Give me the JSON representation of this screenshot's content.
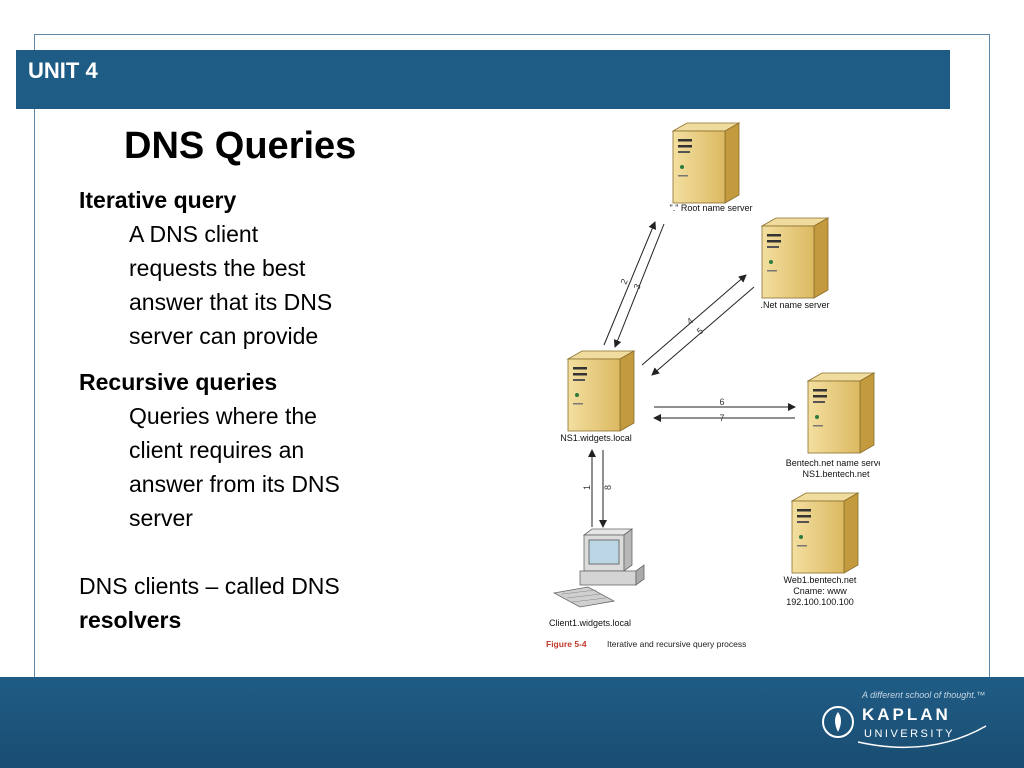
{
  "header": {
    "unit": "UNIT 4"
  },
  "slide": {
    "title": "DNS Queries",
    "iterative_head": "Iterative query",
    "iterative_lines": [
      "A DNS client",
      "requests the best",
      "answer that its DNS",
      "server can provide"
    ],
    "recursive_head": "Recursive queries",
    "recursive_lines": [
      "Queries where the",
      "client requires an",
      "answer from its DNS",
      "server"
    ],
    "resolver_line": "DNS clients – called DNS",
    "resolver_bold": "resolvers"
  },
  "figure": {
    "root_server": "\".\" Root name server",
    "net_server": ".Net name server",
    "ns1": "NS1.widgets.local",
    "bentech_line1": "Bentech.net name server",
    "bentech_line2": "NS1.bentech.net",
    "web1_line1": "Web1.bentech.net",
    "web1_line2": "Cname: www",
    "web1_line3": "192.100.100.100",
    "client": "Client1.widgets.local",
    "caption_label": "Figure 5-4",
    "caption_text": "Iterative and recursive query process",
    "arrow_labels": [
      "1",
      "2",
      "3",
      "4",
      "5",
      "6",
      "7",
      "8"
    ]
  },
  "footer": {
    "tagline": "A different school of thought.™",
    "logo_top": "KAPLAN",
    "logo_bottom": "UNIVERSITY"
  },
  "colors": {
    "header_blue": "#1f5c85",
    "caption_red": "#c0392b"
  }
}
